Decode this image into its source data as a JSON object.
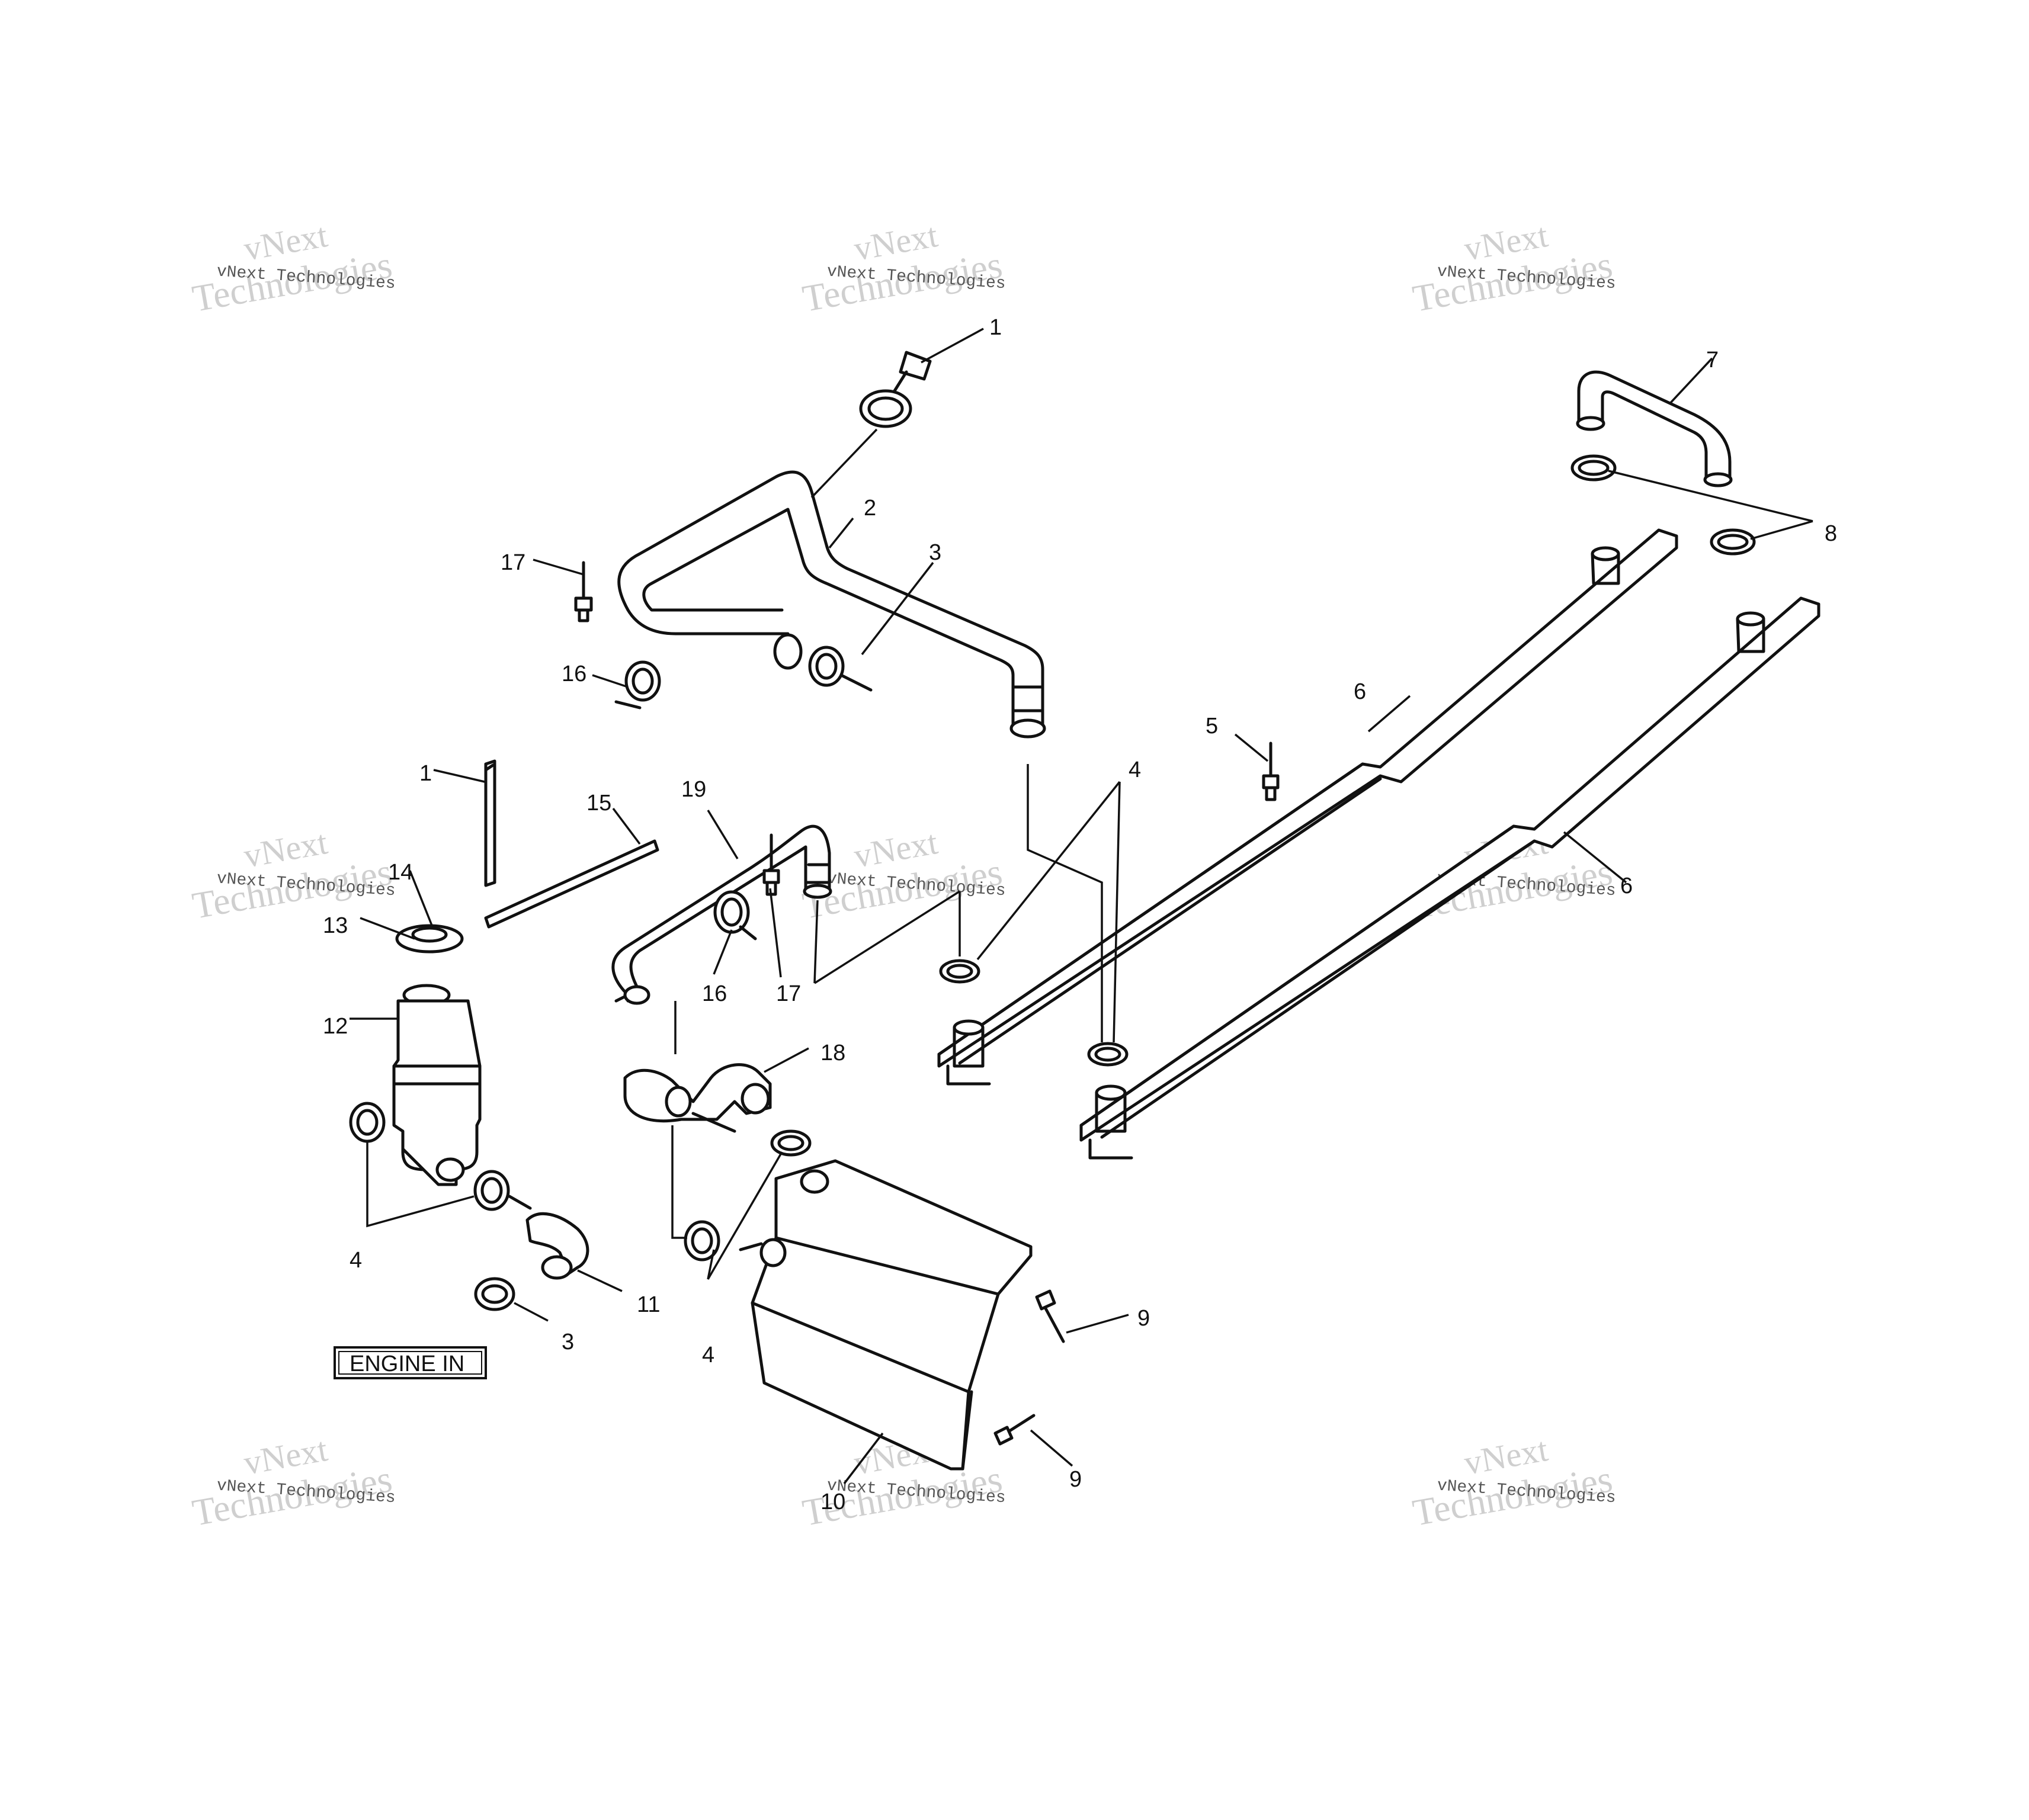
{
  "diagram": {
    "callouts": [
      "1",
      "2",
      "3",
      "4",
      "5",
      "6",
      "7",
      "8",
      "9",
      "10",
      "11",
      "12",
      "13",
      "14",
      "15",
      "16",
      "17",
      "18",
      "19"
    ],
    "inlet_label": "ENGINE IN",
    "watermark": {
      "line1": "vNext",
      "line2": "Technologies",
      "small": "vNext Technologies"
    }
  }
}
